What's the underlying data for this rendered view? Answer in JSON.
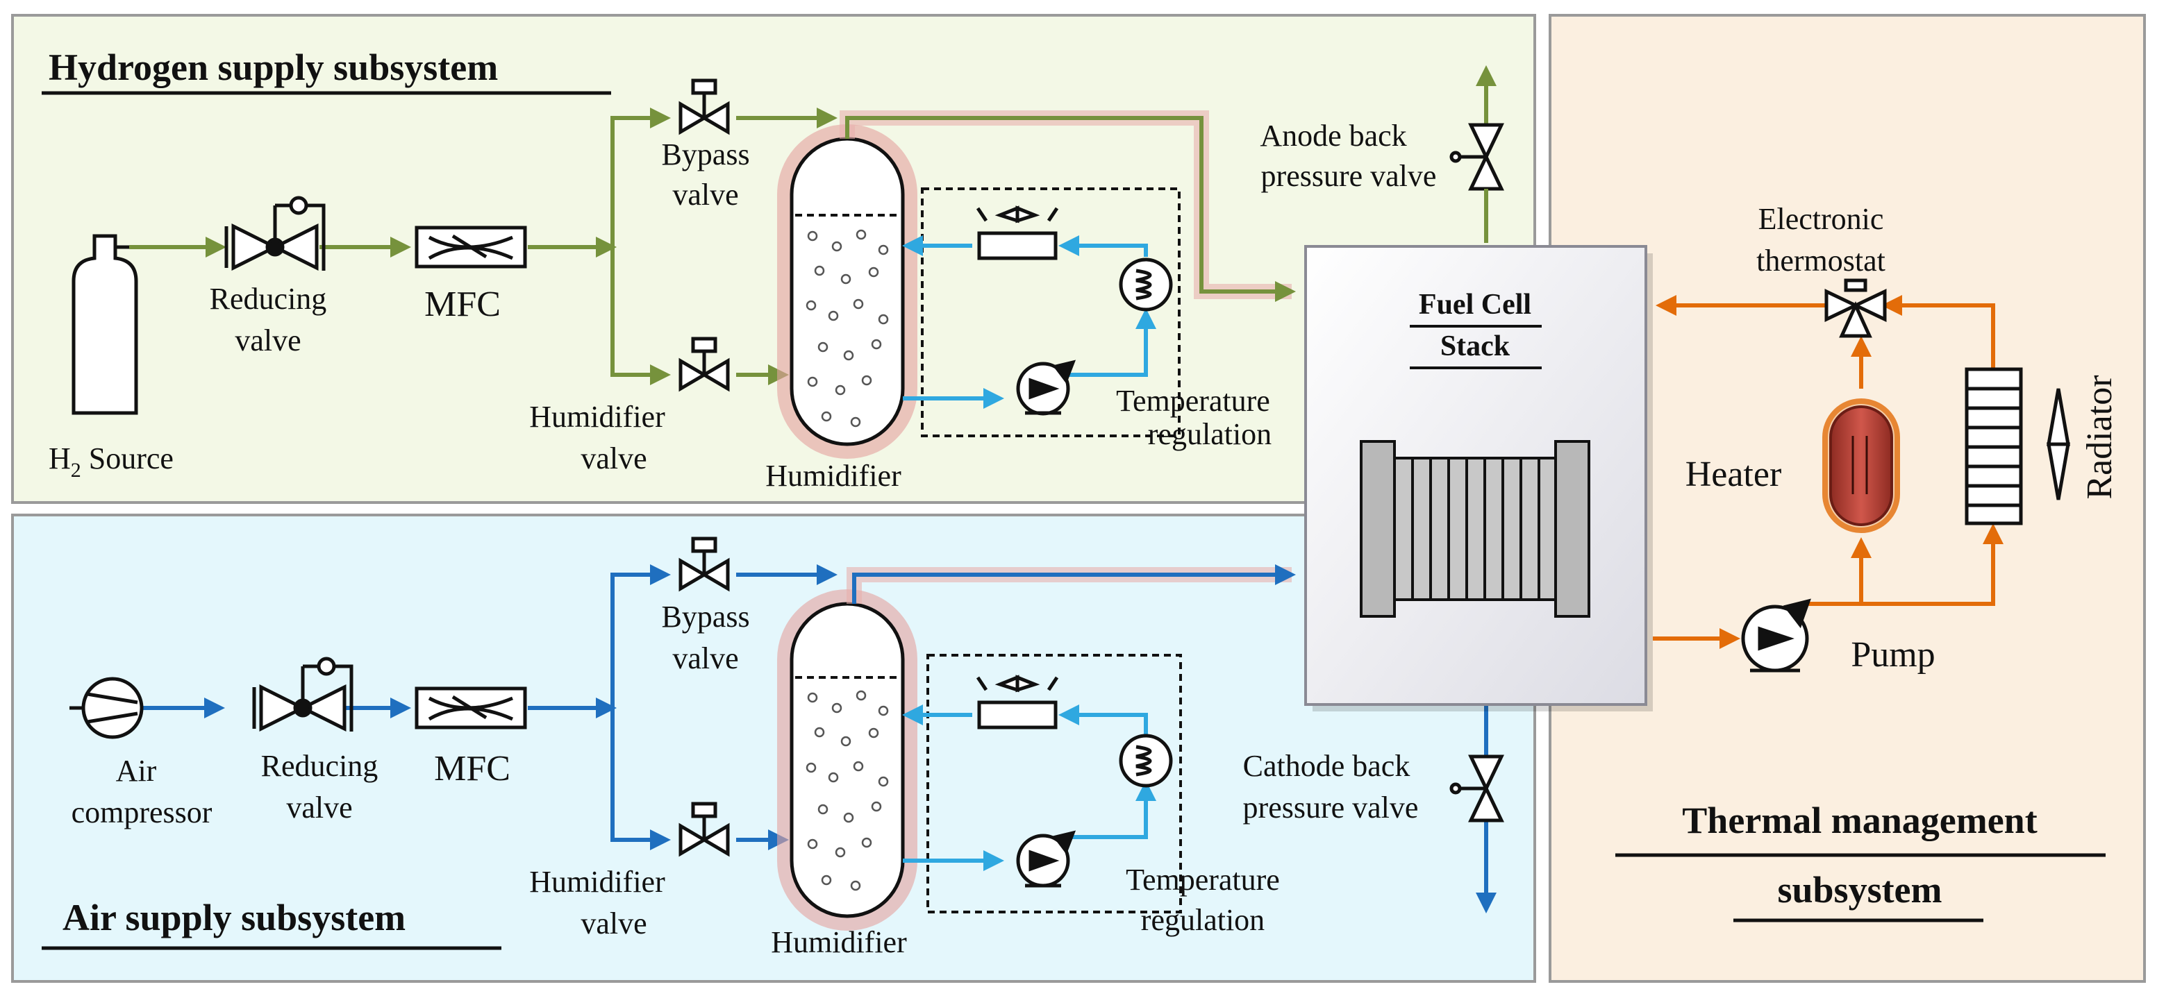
{
  "hydrogen": {
    "title": "Hydrogen supply subsystem",
    "source_h": "H",
    "source_sub": "2",
    "source_rest": " Source",
    "reducing_1": "Reducing",
    "reducing_2": "valve",
    "mfc": "MFC",
    "bypass_1": "Bypass",
    "bypass_2": "valve",
    "humid_valve_1": "Humidifier",
    "humid_valve_2": "valve",
    "humidifier": "Humidifier",
    "temp_1": "Temperature",
    "temp_2": "regulation",
    "back_1": "Anode back",
    "back_2": "pressure valve"
  },
  "air": {
    "title": "Air supply subsystem",
    "compressor_1": "Air",
    "compressor_2": "compressor",
    "reducing_1": "Reducing",
    "reducing_2": "valve",
    "mfc": "MFC",
    "bypass_1": "Bypass",
    "bypass_2": "valve",
    "humid_valve_1": "Humidifier",
    "humid_valve_2": "valve",
    "humidifier": "Humidifier",
    "temp_1": "Temperature",
    "temp_2": "regulation",
    "back_1": "Cathode back",
    "back_2": "pressure valve"
  },
  "stack": {
    "title_1": "Fuel Cell",
    "title_2": "Stack"
  },
  "thermal": {
    "title_1": "Thermal management",
    "title_2": "subsystem",
    "thermostat_1": "Electronic",
    "thermostat_2": "thermostat",
    "heater": "Heater",
    "radiator": "Radiator",
    "pump": "Pump"
  },
  "colors": {
    "hydrogen_line": "#76923c",
    "air_line": "#1f6fbf",
    "coolant_line": "#2fa8e0",
    "thermal_line": "#e36c09",
    "hydrogen_bg": "#f3f8e6",
    "air_bg": "#e4f7fc",
    "thermal_bg": "#fbefe0"
  }
}
